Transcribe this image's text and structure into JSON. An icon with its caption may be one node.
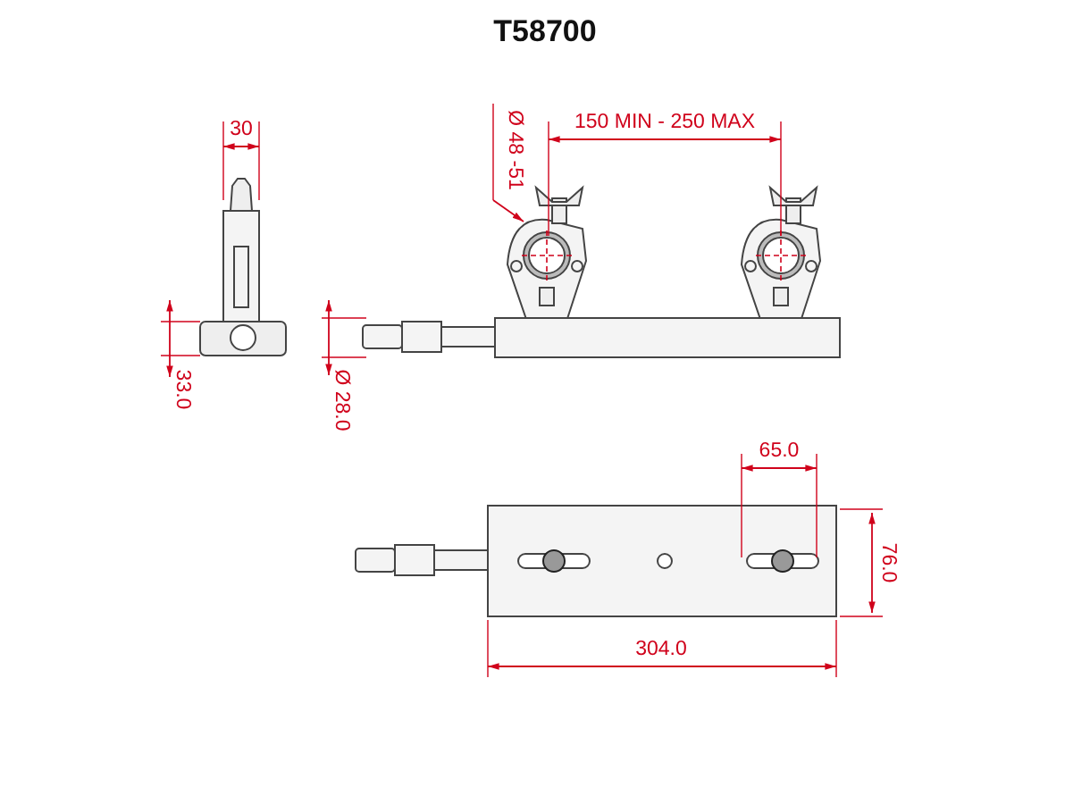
{
  "diagram": {
    "title": "T58700",
    "labels": [
      "30",
      "150 MIN - 250 MAX",
      "Ø 48 -51",
      "33.0",
      "Ø 28.0",
      "65.0",
      "76.0",
      "304.0"
    ]
  }
}
